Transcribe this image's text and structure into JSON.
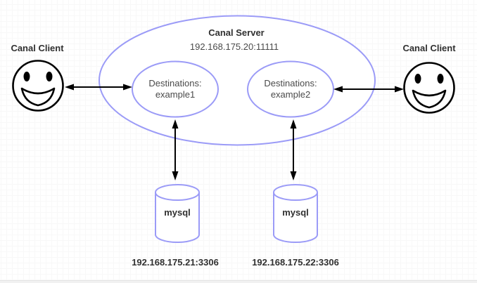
{
  "diagram": {
    "server": {
      "title": "Canal Server",
      "address": "192.168.175.20:11111"
    },
    "destinations": [
      {
        "label": "Destinations:",
        "name": "example1"
      },
      {
        "label": "Destinations:",
        "name": "example2"
      }
    ],
    "clients": [
      {
        "label": "Canal Client",
        "icon": "smiley-face-icon",
        "position": "left"
      },
      {
        "label": "Canal Client",
        "icon": "smiley-face-icon",
        "position": "right"
      }
    ],
    "databases": [
      {
        "label": "mysql",
        "address": "192.168.175.21:3306",
        "icon": "database-cylinder-icon"
      },
      {
        "label": "mysql",
        "address": "192.168.175.22:3306",
        "icon": "database-cylinder-icon"
      }
    ],
    "connections": [
      {
        "from": "client-left",
        "to": "destination-example1",
        "style": "double-arrow"
      },
      {
        "from": "destination-example2",
        "to": "client-right",
        "style": "double-arrow"
      },
      {
        "from": "destination-example1",
        "to": "mysql-1",
        "style": "double-arrow"
      },
      {
        "from": "destination-example2",
        "to": "mysql-2",
        "style": "double-arrow"
      }
    ],
    "colors": {
      "shape_stroke": "#9b9bf7",
      "shape_fill": "#ffffff",
      "arrow": "#000000",
      "smiley_stroke": "#000000",
      "text_primary": "#303030",
      "text_secondary": "#4a4a4a",
      "grid_major": "#e9e9e9",
      "grid_minor": "#f8f8f8",
      "canvas_bg": "#ffffff",
      "page_edge": "#f1f1f1"
    }
  }
}
